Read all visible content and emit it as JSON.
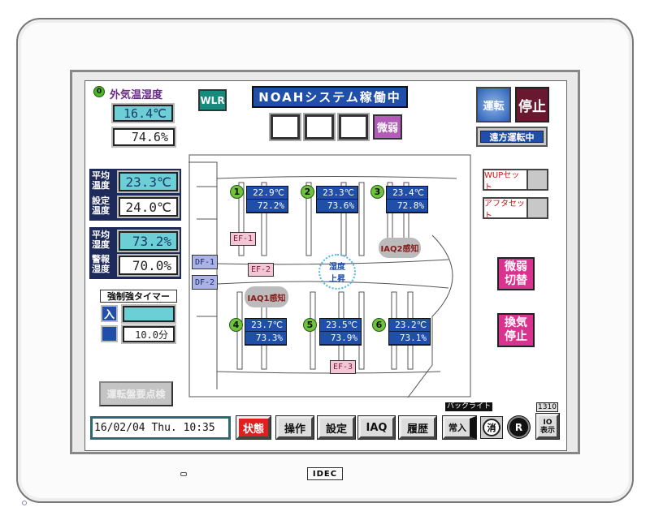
{
  "outside": {
    "title": "外気温湿度",
    "indicator": "0",
    "temp": "16.4℃",
    "humidity": "74.6%"
  },
  "wlr": "WLR",
  "system_title": "NOAHシステム稼働中",
  "mode_boxes": [
    "",
    "",
    ""
  ],
  "weak_label": "微弱",
  "run_label": "運転",
  "stop_label": "停止",
  "remote_label": "遠方運転中",
  "avg_temp": {
    "label": "平均温度",
    "value": "23.3℃"
  },
  "set_temp": {
    "label": "設定温度",
    "value": "24.0℃"
  },
  "avg_hum": {
    "label": "平均湿度",
    "value": "73.2%"
  },
  "alarm_hum": {
    "label": "警報湿度",
    "value": "70.0%"
  },
  "timer": {
    "title": "強制強タイマー",
    "on_label": "入",
    "value": "",
    "minutes": "10.0分"
  },
  "sensors": [
    {
      "id": "1",
      "temp": "22.9℃",
      "hum": "72.2%"
    },
    {
      "id": "2",
      "temp": "23.3℃",
      "hum": "73.6%"
    },
    {
      "id": "3",
      "temp": "23.4℃",
      "hum": "72.8%"
    },
    {
      "id": "4",
      "temp": "23.7℃",
      "hum": "73.3%"
    },
    {
      "id": "5",
      "temp": "23.5℃",
      "hum": "73.9%"
    },
    {
      "id": "6",
      "temp": "23.2℃",
      "hum": "73.1%"
    }
  ],
  "fans": {
    "ef1": "EF-1",
    "ef2": "EF-2",
    "ef3": "EF-3",
    "df1": "DF-1",
    "df2": "DF-2"
  },
  "alerts": {
    "iaq1": "IAQ1感知",
    "iaq2": "IAQ2感知",
    "humidity_rise": "湿度上昇"
  },
  "wup_label": "WUPセット",
  "after_label": "アフタセット",
  "weak_switch": "微弱切替",
  "vent_stop": "換気停止",
  "panel_check": "運転盤要点検",
  "datetime": "16/02/04 Thu. 10:35",
  "nav": [
    "状態",
    "操作",
    "設定",
    "IAQ",
    "履歴"
  ],
  "backlight": {
    "label": "バックライト",
    "always_on": "常入",
    "off": "消"
  },
  "r_label": "R",
  "io": {
    "code": "1310",
    "label": "IO表示"
  },
  "brand": "IDEC"
}
